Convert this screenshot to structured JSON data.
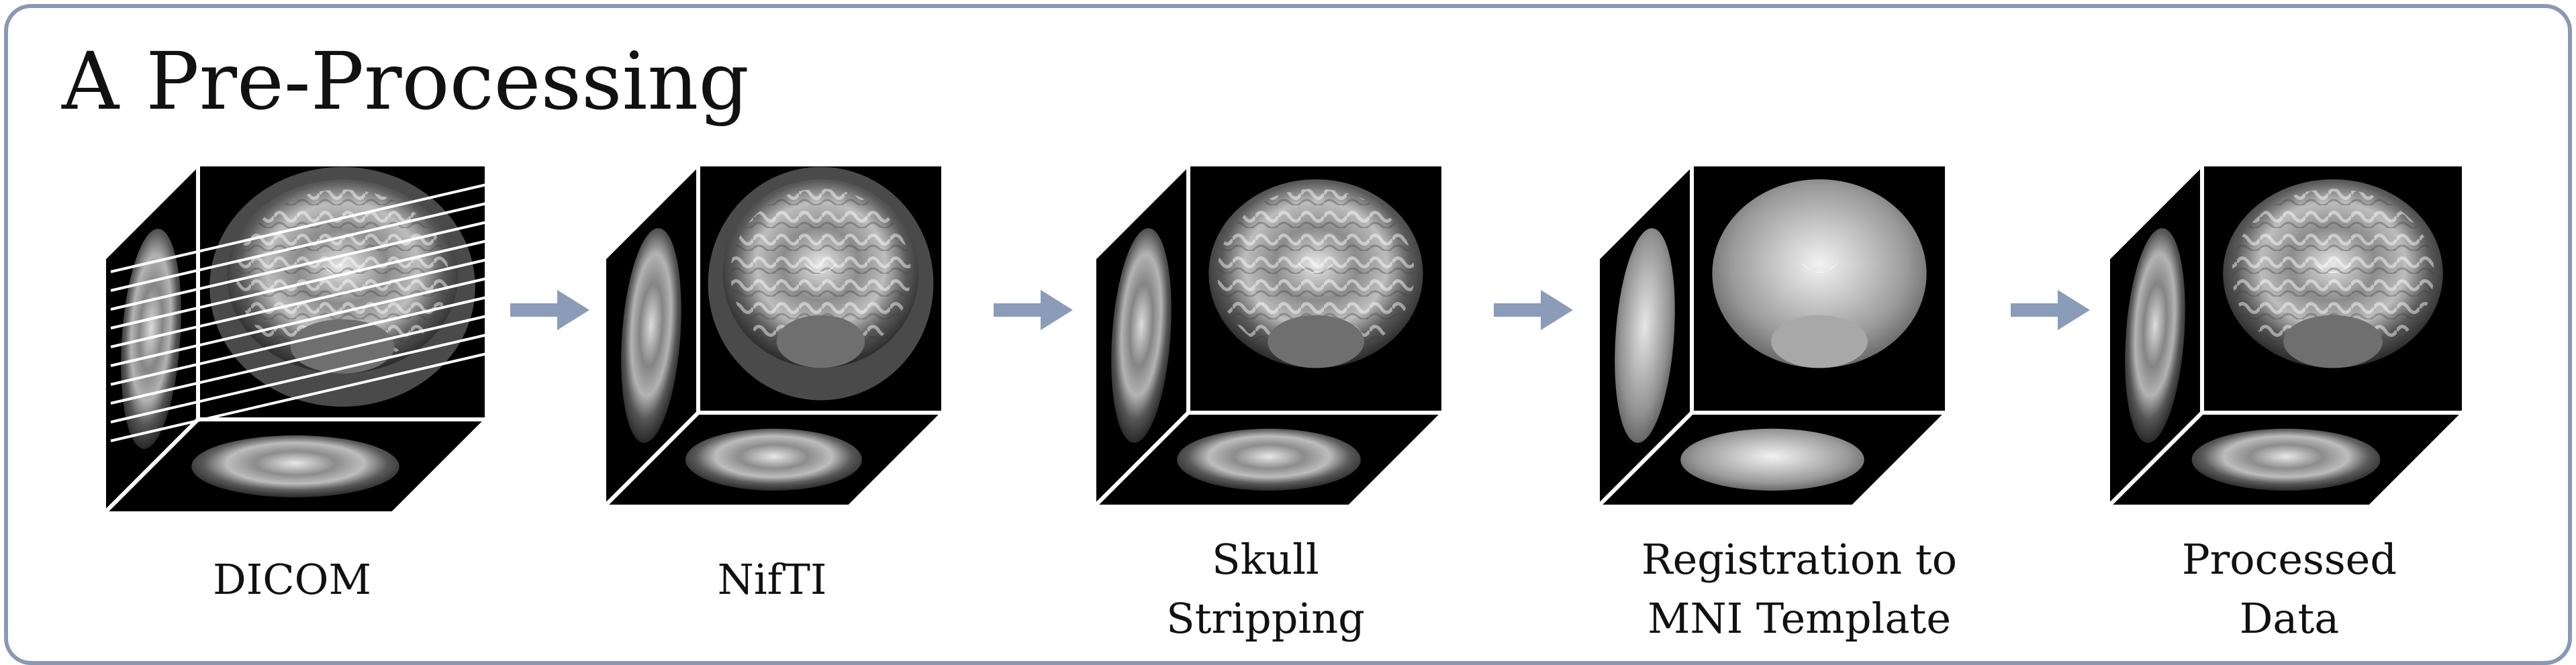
{
  "panel": {
    "letter": "A",
    "title": "Pre-Processing",
    "border_color": "#8a99b3",
    "arrow_color": "#8b9cb8"
  },
  "steps": [
    {
      "id": "dicom",
      "line1": "DICOM",
      "line2": ""
    },
    {
      "id": "nifti",
      "line1": "NifTI",
      "line2": ""
    },
    {
      "id": "skull",
      "line1": "Skull",
      "line2": "Stripping"
    },
    {
      "id": "registration",
      "line1": "Registration to",
      "line2": "MNI  Template"
    },
    {
      "id": "processed",
      "line1": "Processed",
      "line2": "Data"
    }
  ]
}
